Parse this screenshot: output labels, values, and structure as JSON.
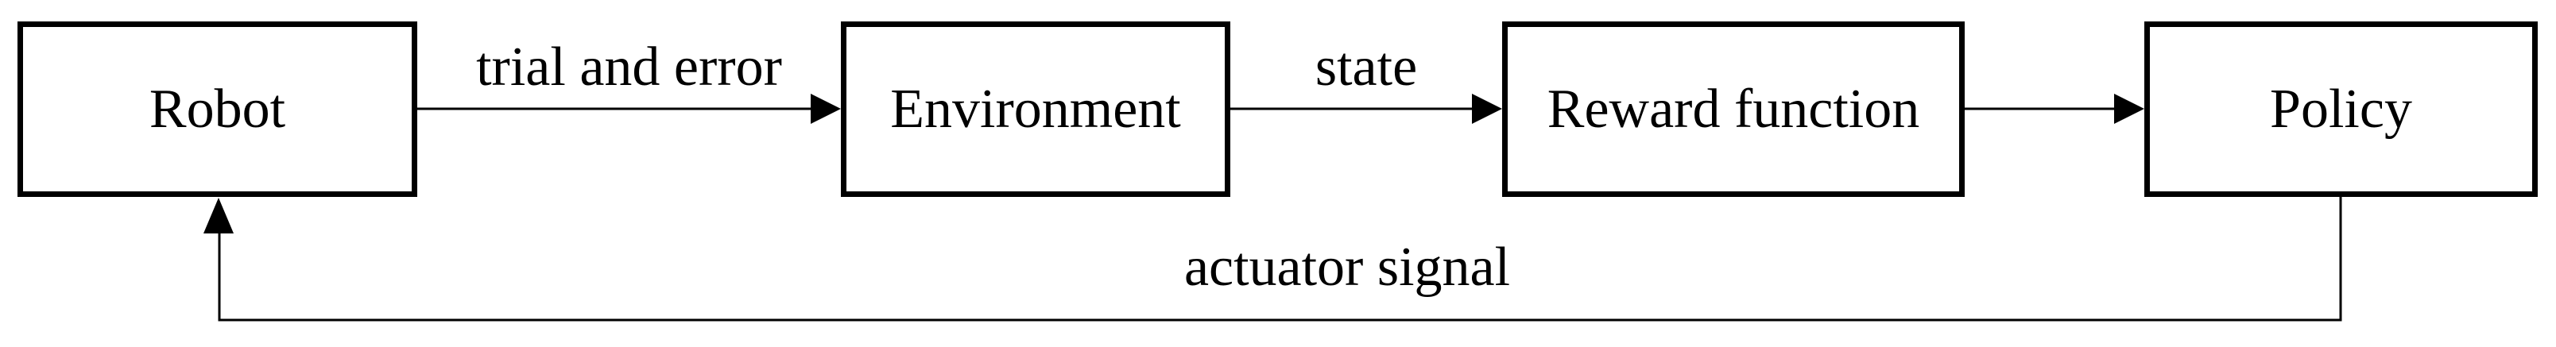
{
  "colors": {
    "background": "#ffffff",
    "box_fill": "#ffffff",
    "box_border": "#000000",
    "line": "#000000",
    "text": "#000000"
  },
  "nodes": [
    {
      "id": "robot",
      "label": "Robot"
    },
    {
      "id": "environment",
      "label": "Environment"
    },
    {
      "id": "reward-function",
      "label": "Reward function"
    },
    {
      "id": "policy",
      "label": "Policy"
    }
  ],
  "edges": [
    {
      "from": "robot",
      "to": "environment",
      "label": "trial and error"
    },
    {
      "from": "environment",
      "to": "reward-function",
      "label": "state"
    },
    {
      "from": "reward-function",
      "to": "policy",
      "label": ""
    },
    {
      "from": "policy",
      "to": "robot",
      "label": "actuator signal"
    }
  ]
}
